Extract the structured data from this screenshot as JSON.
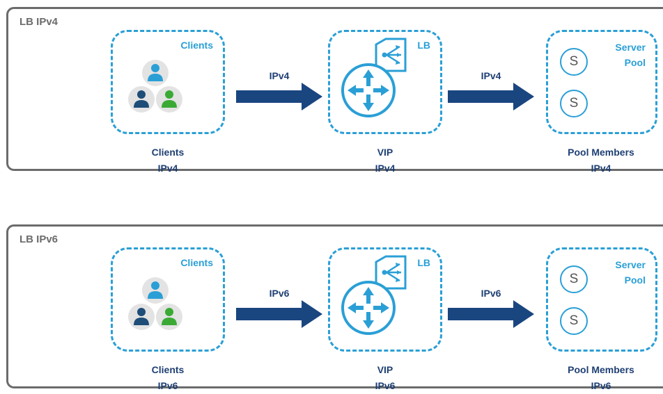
{
  "colors": {
    "accent": "#2a9fd6",
    "arrow": "#1a4680",
    "text": "#1e3f73",
    "border": "#6b6b6b"
  },
  "panels": [
    {
      "title": "LB IPv4",
      "clients_box_label": "Clients",
      "lb_box_label": "LB",
      "pool_box_label_line1": "Server",
      "pool_box_label_line2": "Pool",
      "server_glyph": "S",
      "arrow1_label": "IPv4",
      "arrow2_label": "IPv4",
      "clients_caption": {
        "line1": "Clients",
        "line2": "IPv4"
      },
      "vip_caption": {
        "line1": "VIP",
        "line2": "IPv4"
      },
      "pool_caption": {
        "line1": "Pool Members",
        "line2": "IPv4"
      }
    },
    {
      "title": "LB IPv6",
      "clients_box_label": "Clients",
      "lb_box_label": "LB",
      "pool_box_label_line1": "Server",
      "pool_box_label_line2": "Pool",
      "server_glyph": "S",
      "arrow1_label": "IPv6",
      "arrow2_label": "IPv6",
      "clients_caption": {
        "line1": "Clients",
        "line2": "IPv6"
      },
      "vip_caption": {
        "line1": "VIP",
        "line2": "IPv6"
      },
      "pool_caption": {
        "line1": "Pool Members",
        "line2": "IPv6"
      }
    }
  ],
  "icons": {
    "users": "users-group-icon",
    "router": "load-balancer-router-icon",
    "arrow": "right-arrow-icon",
    "server": "server-icon"
  }
}
